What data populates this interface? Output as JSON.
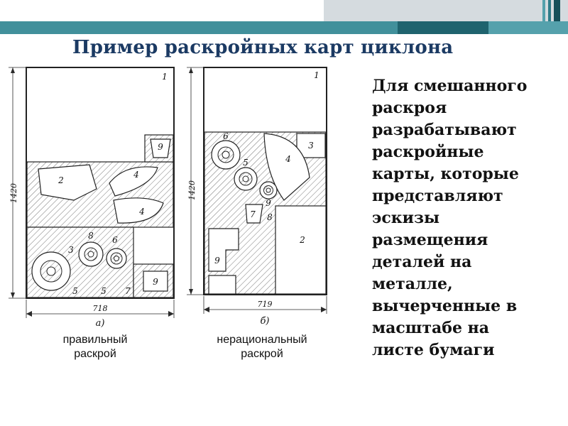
{
  "slide": {
    "title": "Пример раскройных карт циклона",
    "body_text": "Для смешанного\nраскроя\nразрабатывают\nраскройные\nкарты, которые\nпредставляют\nэскизы\nразмещения\nдеталей на\nметалле,\nвычерченные в\nмасштабе на\nлисте бумаги"
  },
  "figures": {
    "left": {
      "caption": "правильный\nраскрой",
      "dim_height": "1420",
      "dim_width": "718",
      "tag": "а)",
      "parts": {
        "p1": "1",
        "p2": "2",
        "p3": "3",
        "p4a": "4",
        "p4b": "4",
        "p5a": "5",
        "p5b": "5",
        "p6": "6",
        "p7": "7",
        "p8": "8",
        "p9a": "9",
        "p9b": "9"
      }
    },
    "right": {
      "caption": "нерациональный\nраскрой",
      "dim_height": "1420",
      "dim_width": "719",
      "tag": "б)",
      "parts": {
        "p1": "1",
        "p2": "2",
        "p3": "3",
        "p4": "4",
        "p5": "5",
        "p6": "6",
        "p7": "7",
        "p8": "8",
        "p9a": "9",
        "p9b": "9"
      }
    }
  },
  "theme": {
    "title_color": "#1b3a63",
    "accent_teal": "#41909b",
    "accent_dark_teal": "#1f636e",
    "gray_band": "#d5dbdf",
    "text_color": "#121212"
  }
}
